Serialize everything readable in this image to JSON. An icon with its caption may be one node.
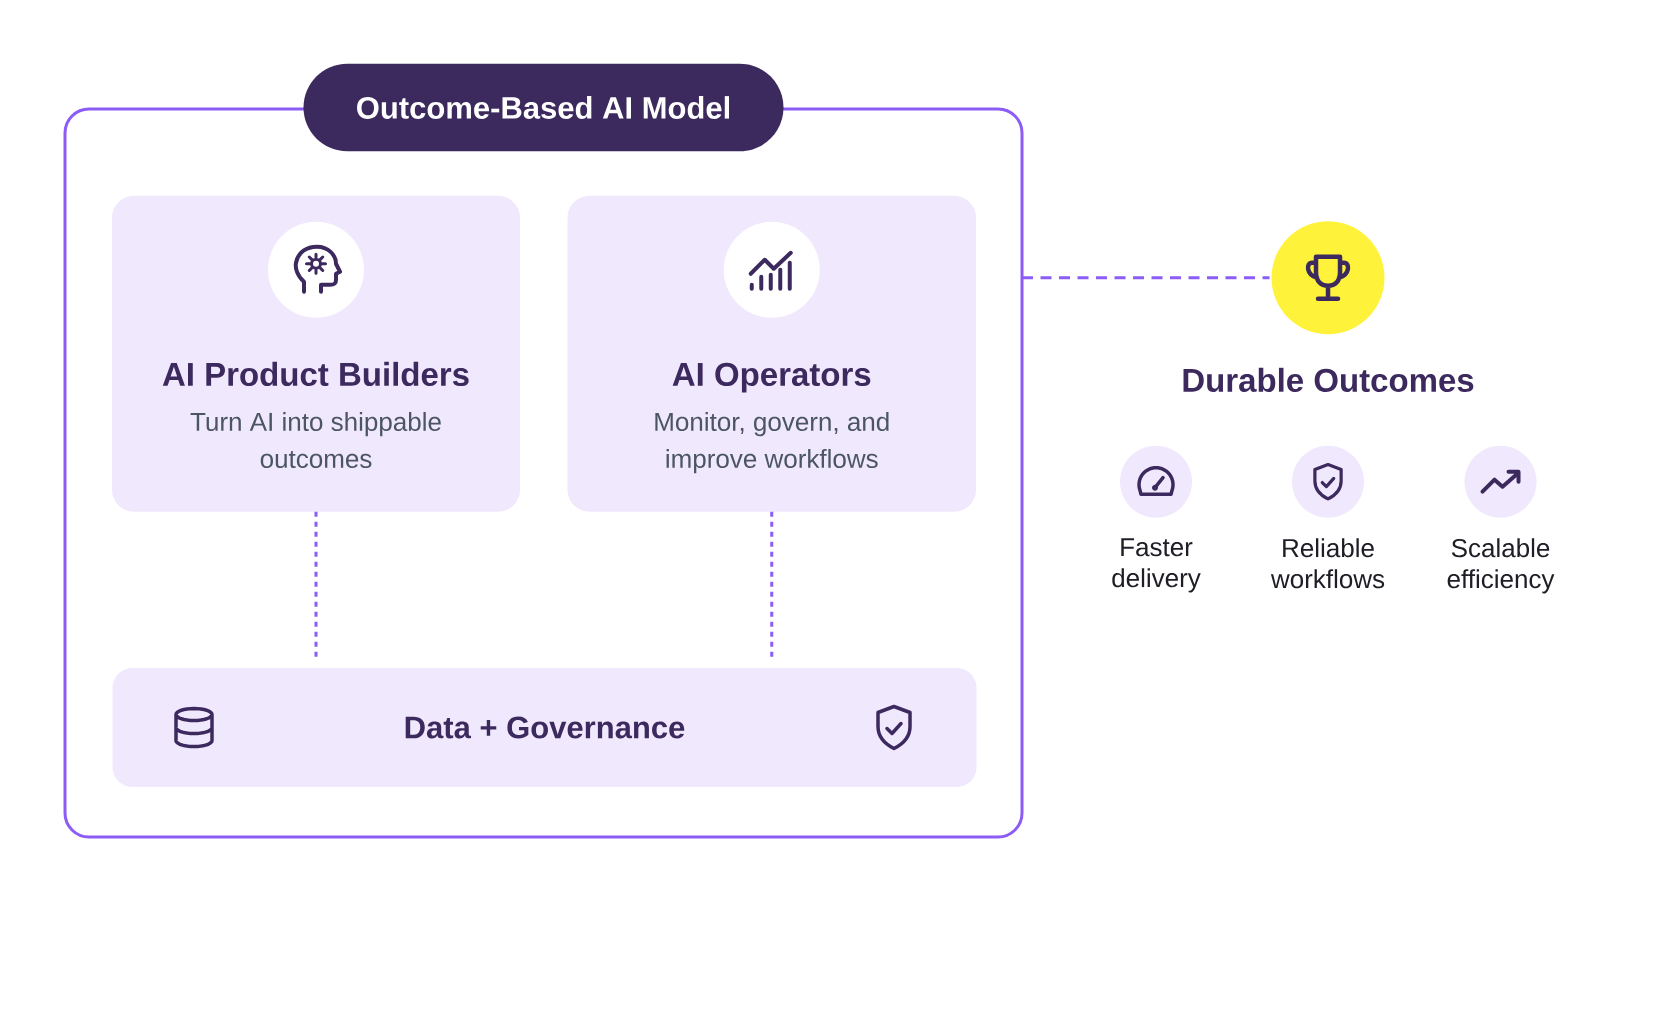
{
  "diagram": {
    "nodes": [
      {
        "text": [
          "Outcome-Based AI Model"
        ]
      },
      {
        "text": [
          "AI Product Builders",
          "Turn AI into shippable outcomes"
        ],
        "in": 0
      },
      {
        "text": [
          "AI Operators",
          "Monitor, govern, and improve workflows"
        ],
        "in": 0
      },
      {
        "text": [
          "Data + Governance"
        ],
        "in": 0
      },
      {
        "text": [
          "Durable Outcomes"
        ]
      }
    ],
    "edges": [
      {
        "from": 1,
        "to": 3,
        "arrow": "none",
        "style": "dashed"
      },
      {
        "from": 2,
        "to": 3,
        "arrow": "none",
        "style": "dashed"
      },
      {
        "from": 0,
        "to": 4,
        "arrow": "none",
        "style": "dashed"
      }
    ],
    "labels": [
      "Faster delivery",
      "Reliable workflows",
      "Scalable efficiency"
    ]
  }
}
